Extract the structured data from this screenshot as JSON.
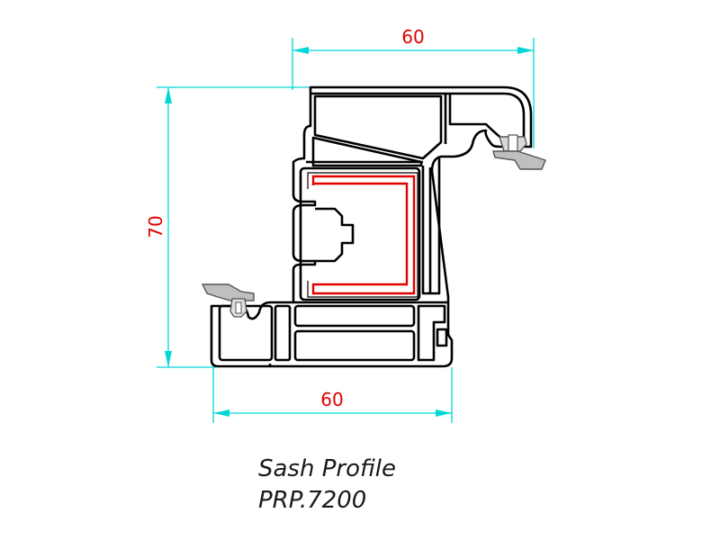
{
  "dimensions": {
    "top_width": "60",
    "bottom_width": "60",
    "height": "70"
  },
  "caption": {
    "title": "Sash Profile",
    "code": "PRP.7200"
  },
  "colors": {
    "dimension_lines": "#00d7d7",
    "dimension_text": "#e00000",
    "profile_outline": "#000000",
    "steel_reinforcement": "#e00000",
    "gasket": "#808080"
  }
}
